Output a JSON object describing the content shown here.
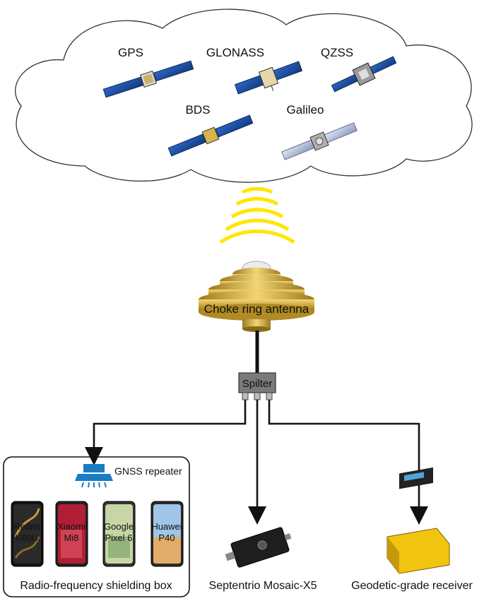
{
  "constellations": {
    "gps": "GPS",
    "glonass": "GLONASS",
    "qzss": "QZSS",
    "bds": "BDS",
    "galileo": "Galileo"
  },
  "antenna": {
    "label": "Choke ring antenna"
  },
  "splitter": {
    "label": "Spilter"
  },
  "repeater": {
    "label": "GNSS repeater"
  },
  "phones": [
    {
      "line1": "Redmi",
      "line2": "K60U"
    },
    {
      "line1": "Xiaomi",
      "line2": "Mi8"
    },
    {
      "line1": "Google",
      "line2": "Pixel 6"
    },
    {
      "line1": "Huawei",
      "line2": "P40"
    }
  ],
  "shielding_box": {
    "label": "Radio-frequency shielding box"
  },
  "receivers": {
    "mosaic": "Septentrio Mosaic-X5",
    "geodetic": "Geodetic-grade receiver"
  },
  "colors": {
    "signal_waves": "#ffe600",
    "antenna_gold": "#c9a233",
    "solar_panel": "#1d4fa3",
    "repeater_blue": "#1a7cc2",
    "receiver_yellow": "#f1c40f"
  }
}
